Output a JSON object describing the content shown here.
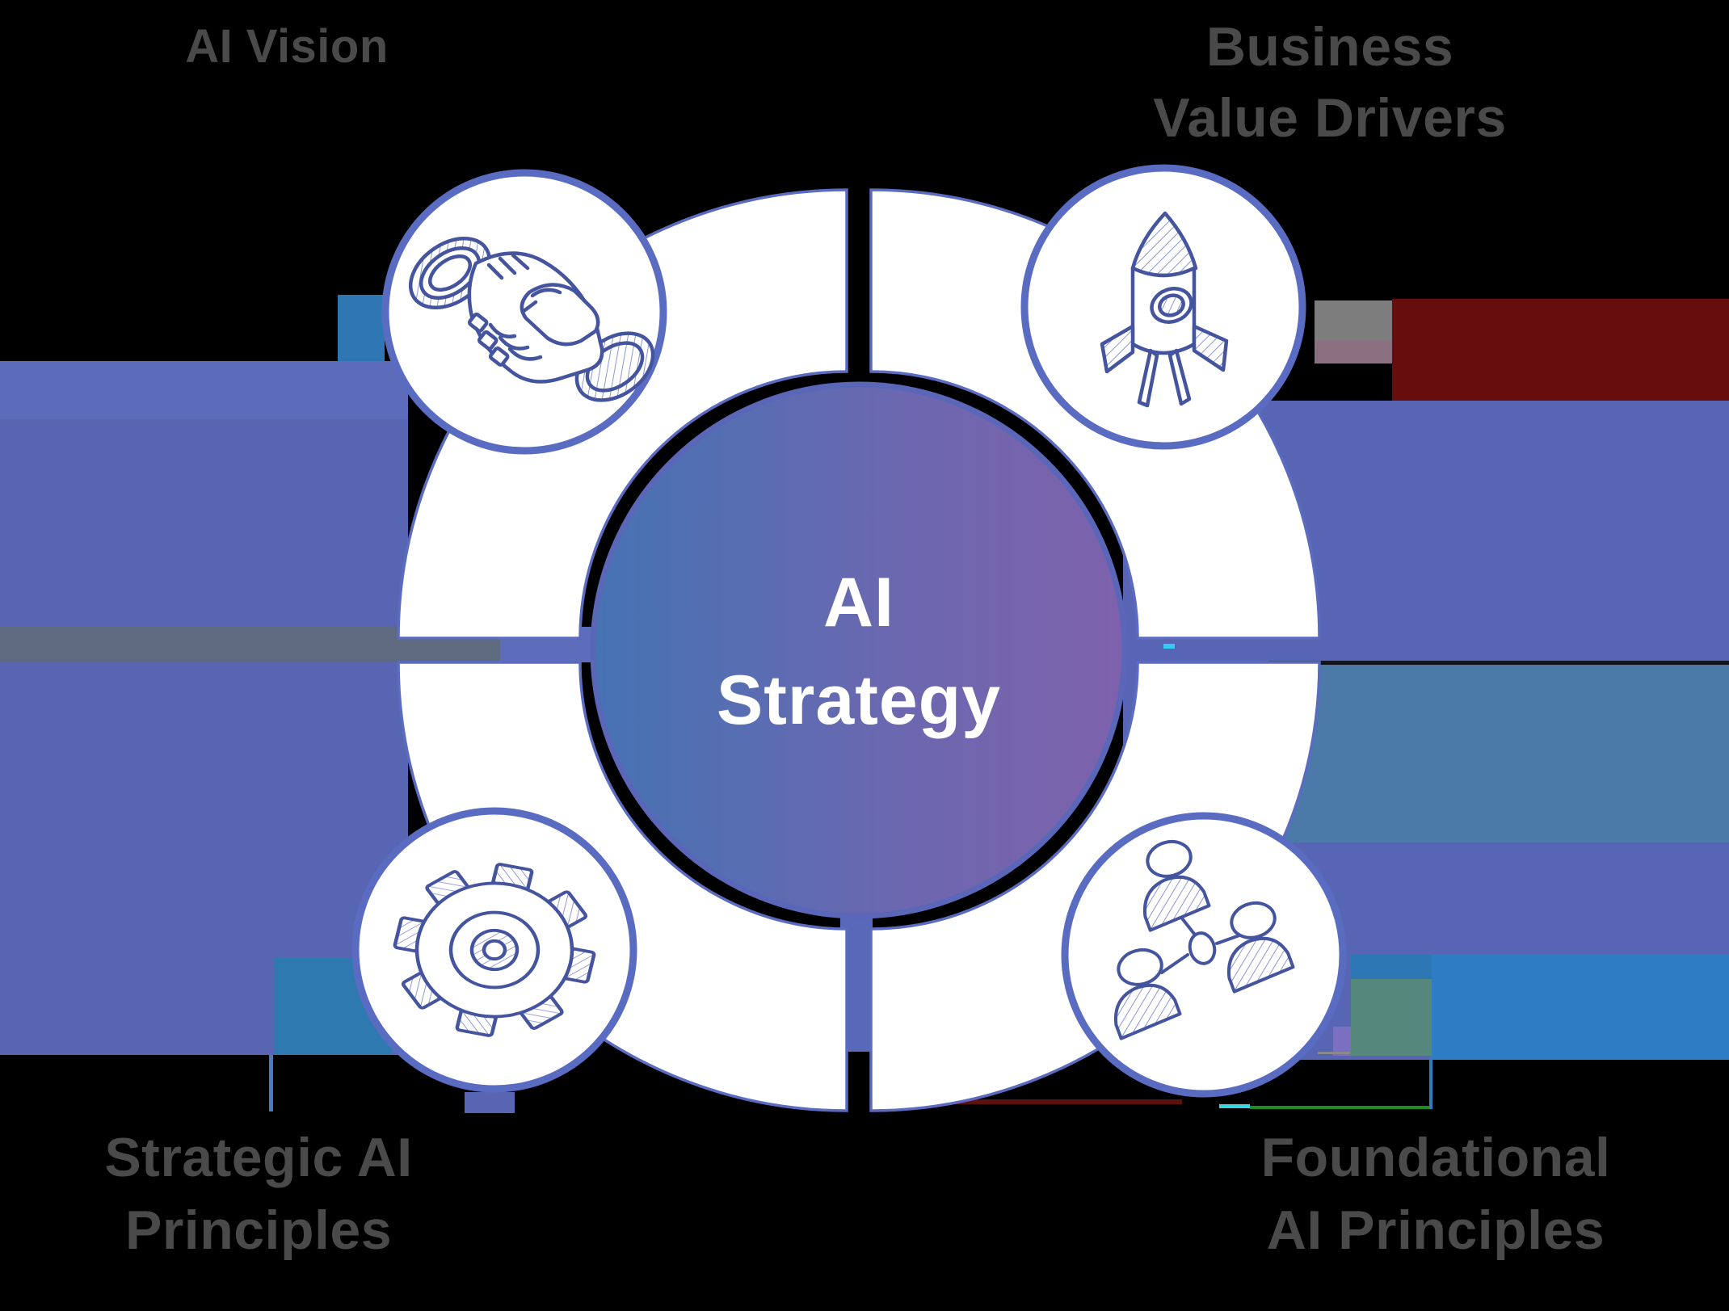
{
  "page": {
    "background": "#000000"
  },
  "diagram": {
    "center": {
      "line1": "AI",
      "line2": "Strategy",
      "gradient_start": "#4573b4",
      "gradient_end": "#7e61ac",
      "border_color": "#5a66b8",
      "text_color": "#ffffff"
    },
    "ring": {
      "fill": "#ffffff",
      "border": "#5a6bc0",
      "segments": 4
    },
    "node_circles": {
      "fill": "#ffffff",
      "border": "#5a6cc2",
      "icon_line_color": "#44549e"
    },
    "labels": {
      "color": "#4a4a4a",
      "top_left": {
        "lines": [
          "AI Vision"
        ],
        "icon": "handshake-icon"
      },
      "top_right": {
        "lines": [
          "Business",
          "Value Drivers"
        ],
        "icon": "rocket-icon"
      },
      "bottom_left": {
        "lines": [
          "Strategic AI",
          "Principles"
        ],
        "icon": "gear-icon"
      },
      "bottom_right": {
        "lines": [
          "Foundational",
          "AI Principles"
        ],
        "icon": "team-icon"
      }
    },
    "background_artifact_palette": [
      "#5765b3",
      "#5d6a80",
      "#2e79b0",
      "#4b7aa9",
      "#670d0d",
      "#7d7d7d",
      "#2e7cc3",
      "#55877d",
      "#7a6fc0",
      "#1e8c1e",
      "#39d6e0"
    ]
  }
}
